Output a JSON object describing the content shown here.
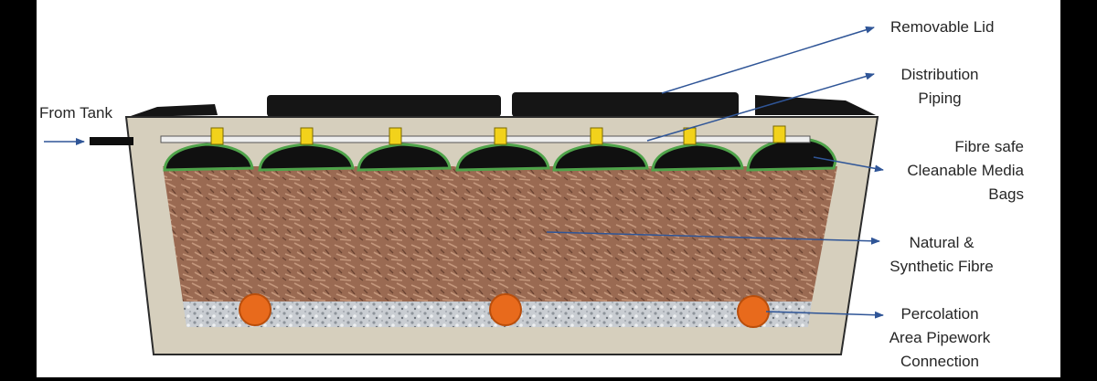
{
  "labels": {
    "from_tank": "From Tank",
    "removable_lid": "Removable Lid",
    "distribution_piping": [
      "Distribution",
      "Piping"
    ],
    "media_bags": [
      "Fibre safe",
      "Cleanable Media",
      "Bags"
    ],
    "fibre": [
      "Natural &",
      "Synthetic Fibre"
    ],
    "percolation": [
      "Percolation",
      "Area Pipework",
      "Connection"
    ]
  },
  "colors": {
    "background_frame": "#000000",
    "panel": "#ffffff",
    "tank_wall": "#d6cfbd",
    "tank_outline": "#2b2b2b",
    "fibre": "#9a6a52",
    "gravel": "#c9cdd2",
    "pipe_orange": "#e86a1c",
    "media_bag": "#101010",
    "media_bag_edge": "#4fa34a",
    "connector": "#f2d21b",
    "lid": "#151515",
    "arrow": "#2f5597"
  },
  "icons": {
    "connector": "distribution-connector-icon",
    "pipe": "percolation-pipe-icon"
  }
}
